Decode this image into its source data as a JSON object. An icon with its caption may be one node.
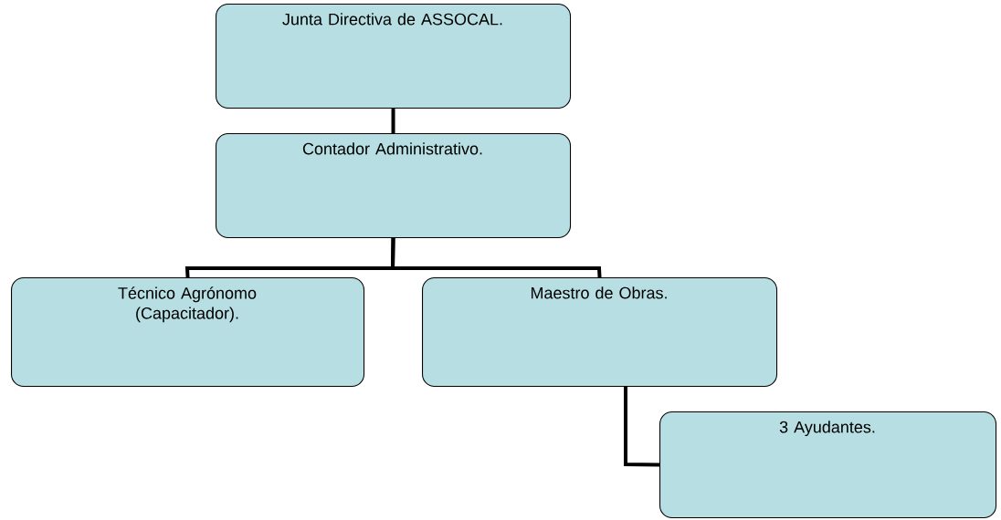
{
  "diagram": {
    "nodes": [
      {
        "text": [
          "Junta Directiva de ASSOCAL."
        ]
      },
      {
        "text": [
          "Contador Administrativo."
        ]
      },
      {
        "text": [
          "Técnico Agrónomo (Capacitador)."
        ]
      },
      {
        "text": [
          "Maestro de Obras."
        ]
      },
      {
        "text": [
          "3 Ayudantes."
        ]
      }
    ],
    "edges": [
      {
        "from": 0,
        "to": 1,
        "arrow": "none"
      },
      {
        "from": 1,
        "to": 2,
        "arrow": "none"
      },
      {
        "from": 1,
        "to": 3,
        "arrow": "none"
      },
      {
        "from": 3,
        "to": 4,
        "arrow": "none"
      }
    ]
  }
}
